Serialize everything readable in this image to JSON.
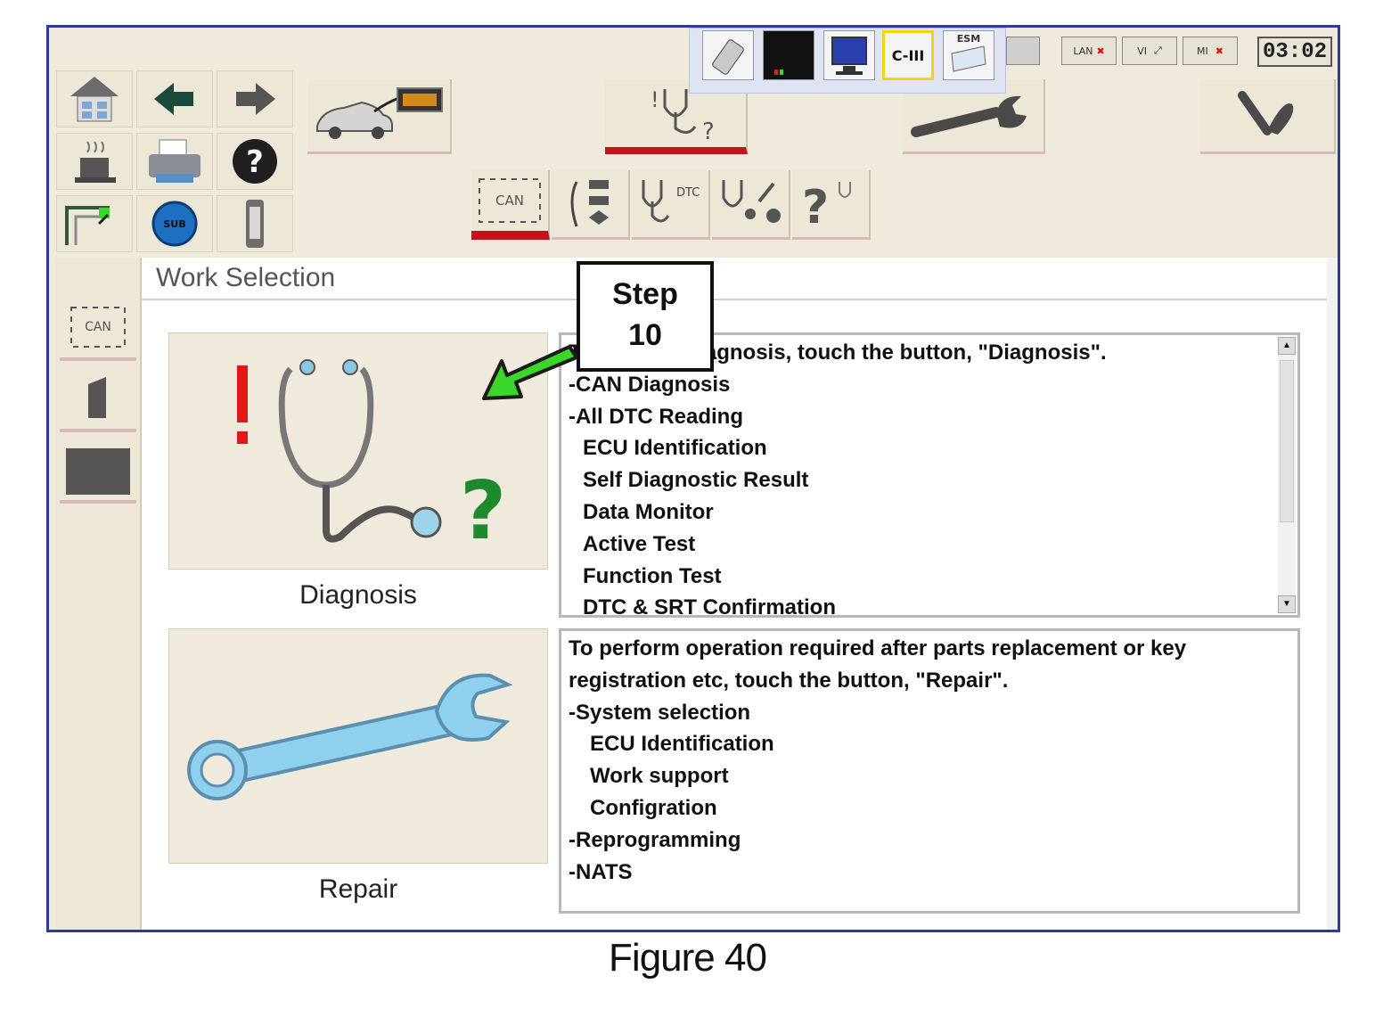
{
  "toolbar": {
    "clock": "03:02",
    "tray_cm_label": "C-III",
    "tray_esm_label": "ESM",
    "status_lan": "LAN",
    "status_vi": "VI",
    "status_mi": "MI",
    "can_label": "CAN",
    "dtc_label": "DTC",
    "sub_label": "SUB"
  },
  "main": {
    "title": "Work Selection",
    "diagnosis": {
      "label": "Diagnosis",
      "lines": [
        "To perform diagnosis, touch the button, \"Diagnosis\".",
        "-CAN Diagnosis",
        "-All DTC Reading",
        "ECU Identification",
        "Self Diagnostic Result",
        "Data Monitor",
        "Active Test",
        "Function Test",
        "DTC & SRT Confirmation"
      ]
    },
    "repair": {
      "label": "Repair",
      "lines": [
        "To perform operation required after parts replacement or key",
        "registration etc, touch the button, \"Repair\".",
        "-System selection",
        "ECU Identification",
        "Work support",
        "Configration",
        "-Reprogramming",
        "-NATS"
      ]
    }
  },
  "callout": {
    "line1": "Step",
    "line2": "10"
  },
  "caption": "Figure 40",
  "colors": {
    "accent_red": "#c4121b",
    "arrow_green": "#3bd62a",
    "frame_blue": "#2e3a9a",
    "wrench_blue": "#7fc4e6"
  }
}
